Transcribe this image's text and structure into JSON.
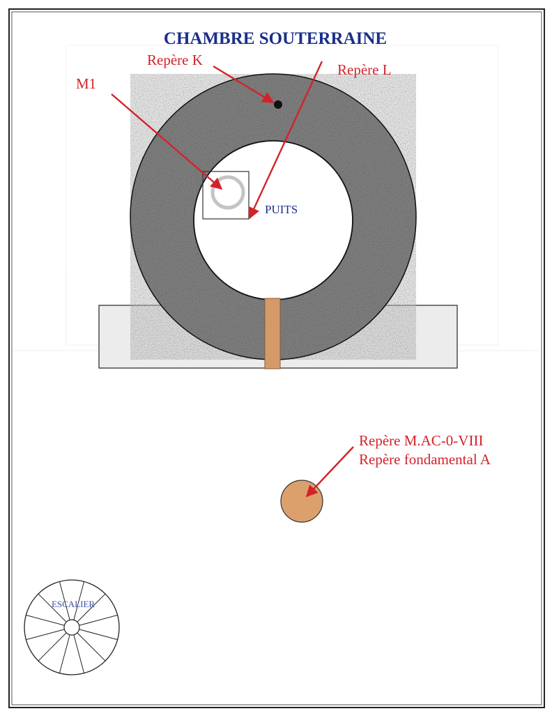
{
  "title": "CHAMBRE SOUTERRAINE",
  "labels": {
    "repere_k": "Repère K",
    "repere_l": "Repère L",
    "m1": "M1",
    "puits": "PUITS",
    "repere_mac": "Repère M.AC-0-VIII",
    "repere_fondamental": "Repère fondamental A",
    "escalier": "ESCALIER"
  },
  "colors": {
    "title": "#1a2f8a",
    "annotation": "#d2232a",
    "puits_label": "#1a2f8a",
    "escalier_label": "#3a4fa0",
    "ring_fill": "#8a8a8a",
    "base_fill": "#ececec",
    "beam_fill": "#d59a6a",
    "benchmark_fill": "#dca06c"
  },
  "icons": {
    "stair": "spiral-stair-icon",
    "benchmark": "benchmark-disc-icon"
  }
}
